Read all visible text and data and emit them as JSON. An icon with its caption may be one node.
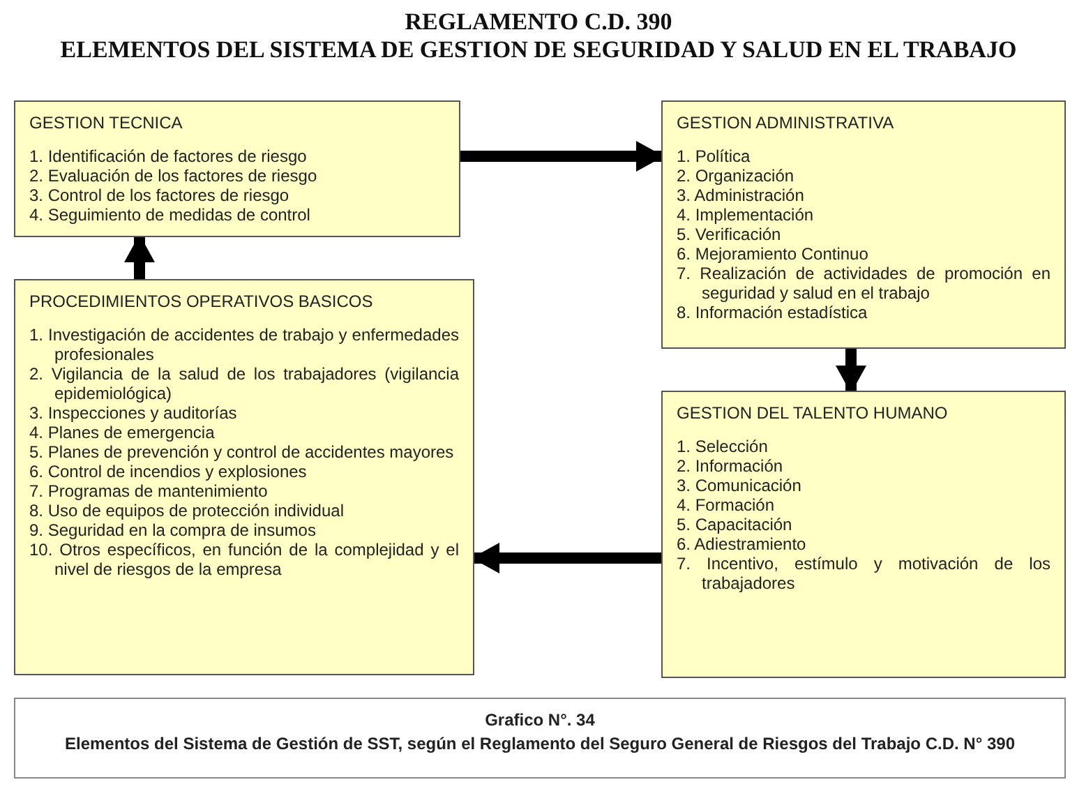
{
  "diagram": {
    "title": "REGLAMENTO C.D. 390",
    "nodes": [
      {
        "text": [
          "GESTION TECNICA",
          "1. Identificación de factores de riesgo",
          "2. Evaluación de los factores de riesgo",
          "3. Control de los factores de riesgo",
          "4. Seguimiento de medidas de control"
        ]
      },
      {
        "text": [
          "GESTION ADMINISTRATIVA",
          "1. Política",
          "2. Organización",
          "3. Administración",
          "4. Implementación",
          "5. Verificación",
          "6. Mejoramiento Continuo",
          "7. Realización de actividades de promoción en seguridad y salud en el trabajo",
          "8. Información estadística"
        ]
      },
      {
        "text": [
          "PROCEDIMIENTOS OPERATIVOS BASICOS",
          "1. Investigación de accidentes de trabajo y enfermedades profesionales",
          "2. Vigilancia de la salud de los trabajadores (vigilancia epidemiológica)",
          "3. Inspecciones y auditorías",
          "4. Planes de emergencia",
          "5. Planes de prevención y control de accidentes mayores",
          "6. Control de incendios y explosiones",
          "7. Programas de mantenimiento",
          "8. Uso de equipos de protección individual",
          "9. Seguridad en la compra de insumos",
          "10. Otros específicos, en función de la complejidad y el nivel de riesgos de la empresa"
        ]
      },
      {
        "text": [
          "GESTION DEL TALENTO HUMANO",
          "1. Selección",
          "2. Información",
          "3. Comunicación",
          "4. Formación",
          "5. Capacitación",
          "6. Adiestramiento",
          "7. Incentivo, estímulo y motivación de los trabajadores"
        ]
      },
      {
        "text": [
          "Grafico N°. 34",
          "Elementos del Sistema de Gestión de SST, según el Reglamento del Seguro General de Riesgos del Trabajo C.D. N° 390"
        ]
      }
    ],
    "edges": [
      {
        "from": 0,
        "to": 1,
        "arrow": "to"
      },
      {
        "from": 1,
        "to": 3,
        "arrow": "to"
      },
      {
        "from": 3,
        "to": 2,
        "arrow": "to"
      },
      {
        "from": 2,
        "to": 0,
        "arrow": "to"
      }
    ],
    "labels": [
      "ELEMENTOS DEL SISTEMA DE GESTION DE SEGURIDAD Y SALUD EN EL TRABAJO"
    ]
  }
}
